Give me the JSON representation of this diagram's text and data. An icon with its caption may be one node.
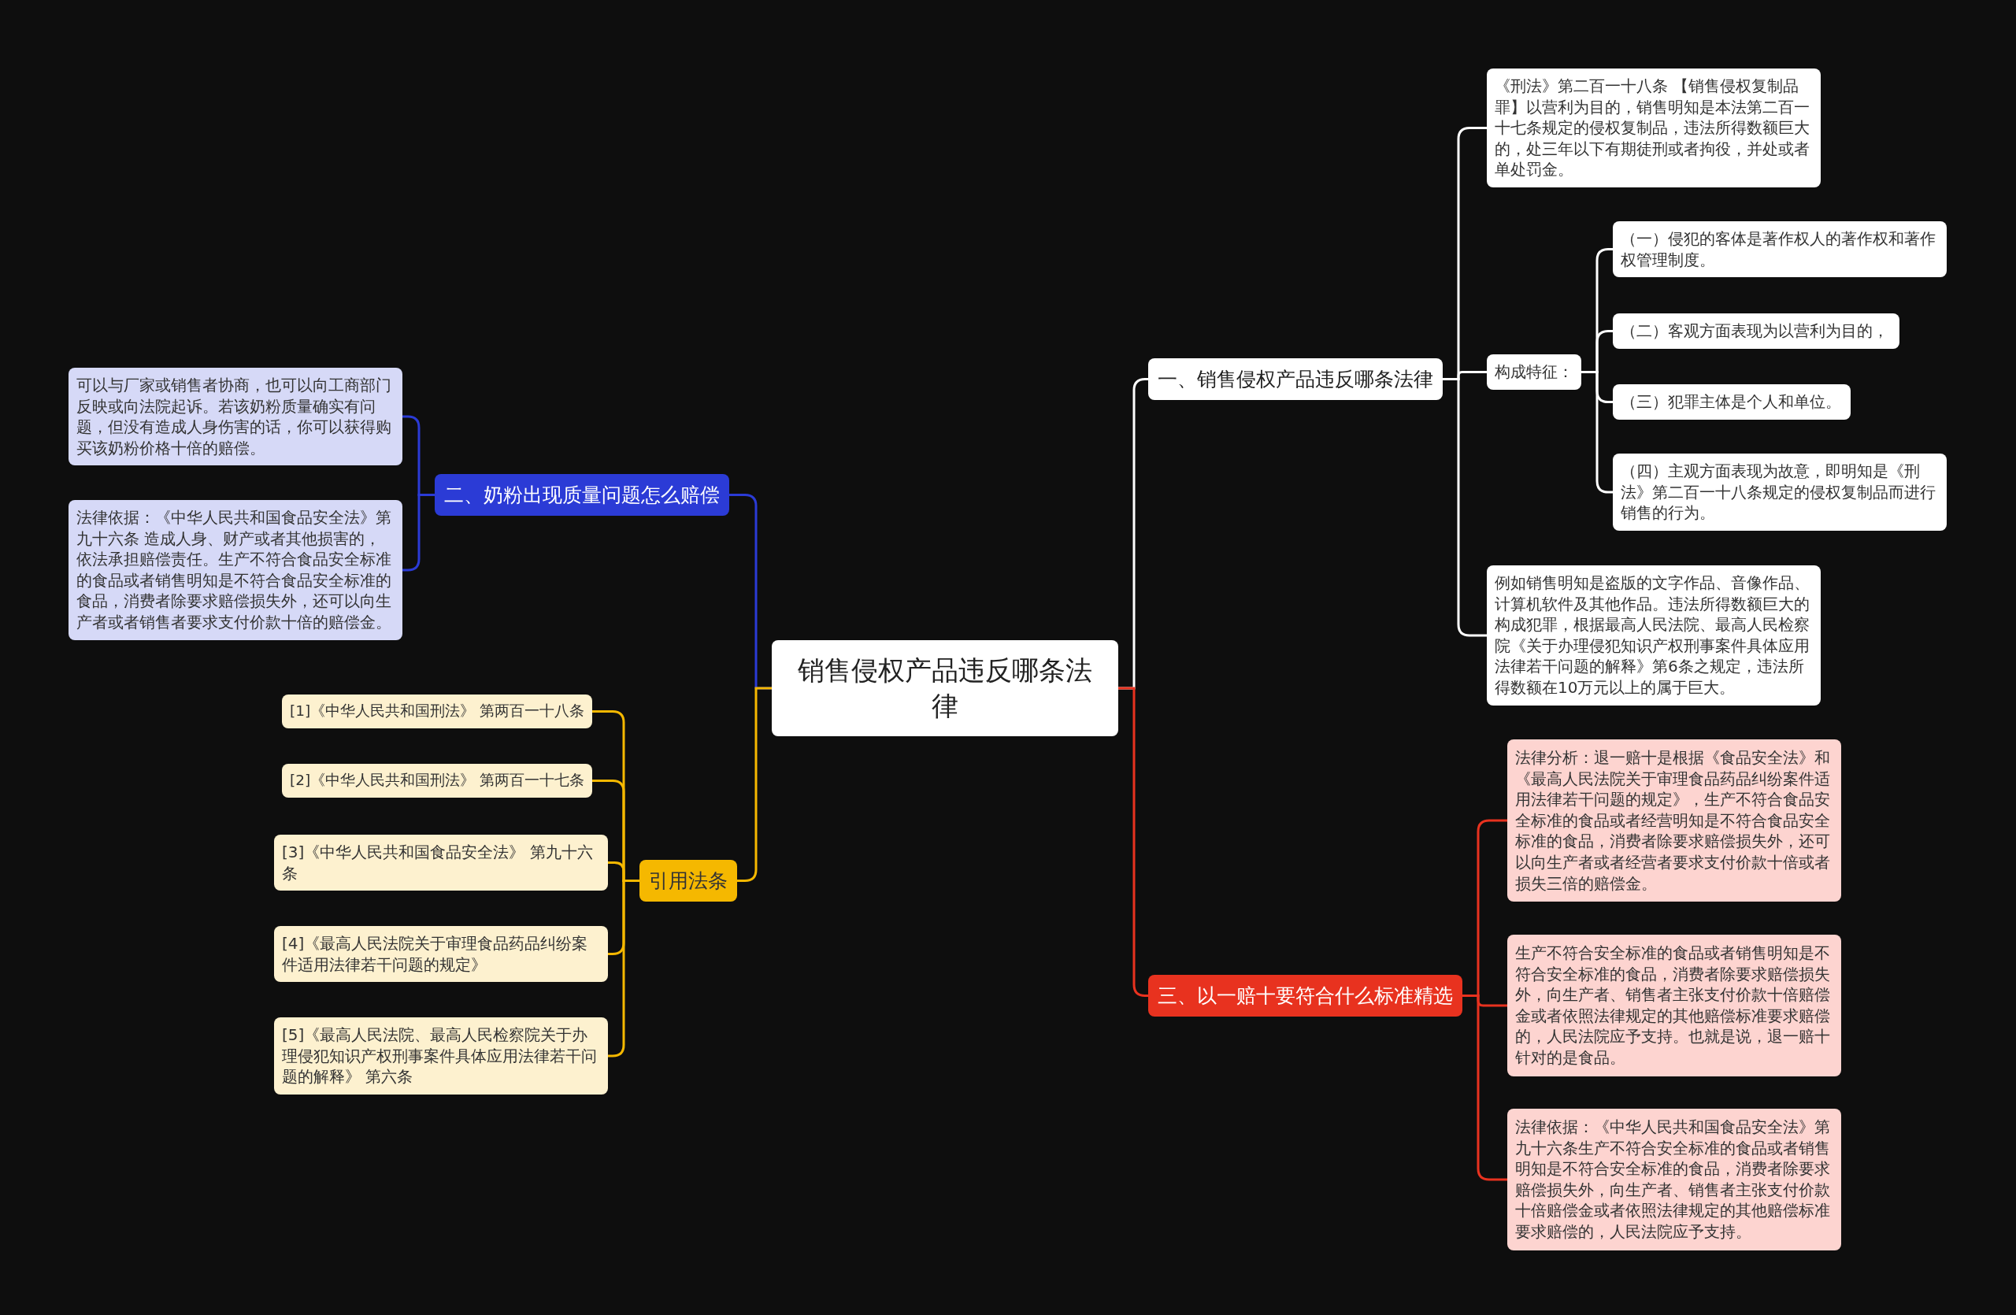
{
  "diagram": {
    "nodes": [
      {
        "text": [
          "销售侵权产品违反哪条法律"
        ]
      },
      {
        "text": [
          "一、销售侵权产品违反哪条法律"
        ]
      },
      {
        "text": [
          "《刑法》第二百一十八条 【销售侵权复制品罪】以营利为目的，销售明知是本法第二百一十七条规定的侵权复制品，违法所得数额巨大的，处三年以下有期徒刑或者拘役，并处或者单处罚金。"
        ]
      },
      {
        "text": [
          "构成特征："
        ]
      },
      {
        "text": [
          "（一）侵犯的客体是著作权人的著作权和著作权管理制度。"
        ]
      },
      {
        "text": [
          "（二）客观方面表现为以营利为目的，"
        ]
      },
      {
        "text": [
          "（三）犯罪主体是个人和单位。"
        ]
      },
      {
        "text": [
          "（四）主观方面表现为故意，即明知是《刑法》第二百一十八条规定的侵权复制品而进行销售的行为。"
        ]
      },
      {
        "text": [
          "例如销售明知是盗版的文字作品、音像作品、计算机软件及其他作品。违法所得数额巨大的构成犯罪，根据最高人民法院、最高人民检察院《关于办理侵犯知识产权刑事案件具体应用法律若干问题的解释》第6条之规定，违法所得数额在10万元以上的属于巨大。"
        ]
      },
      {
        "text": [
          "三、以一赔十要符合什么标准精选"
        ]
      },
      {
        "text": [
          "法律分析：退一赔十是根据《食品安全法》和《最高人民法院关于审理食品药品纠纷案件适用法律若干问题的规定》，生产不符合食品安全标准的食品或者经营明知是不符合食品安全标准的食品，消费者除要求赔偿损失外，还可以向生产者或者经营者要求支付价款十倍或者损失三倍的赔偿金。"
        ]
      },
      {
        "text": [
          "生产不符合安全标准的食品或者销售明知是不符合安全标准的食品，消费者除要求赔偿损失外，向生产者、销售者主张支付价款十倍赔偿金或者依照法律规定的其他赔偿标准要求赔偿的，人民法院应予支持。也就是说，退一赔十针对的是食品。"
        ]
      },
      {
        "text": [
          "法律依据：《中华人民共和国食品安全法》第九十六条生产不符合安全标准的食品或者销售明知是不符合安全标准的食品，消费者除要求赔偿损失外，向生产者、销售者主张支付价款十倍赔偿金或者依照法律规定的其他赔偿标准要求赔偿的，人民法院应予支持。"
        ]
      },
      {
        "text": [
          "二、奶粉出现质量问题怎么赔偿"
        ]
      },
      {
        "text": [
          "可以与厂家或销售者协商，也可以向工商部门反映或向法院起诉。若该奶粉质量确实有问题，但没有造成人身伤害的话，你可以获得购买该奶粉价格十倍的赔偿。"
        ]
      },
      {
        "text": [
          "法律依据：《中华人民共和国食品安全法》第九十六条 造成人身、财产或者其他损害的，依法承担赔偿责任。生产不符合食品安全标准的食品或者销售明知是不符合食品安全标准的食品，消费者除要求赔偿损失外，还可以向生产者或者销售者要求支付价款十倍的赔偿金。"
        ]
      },
      {
        "text": [
          "引用法条"
        ]
      },
      {
        "text": [
          "[1]《中华人民共和国刑法》 第两百一十八条"
        ]
      },
      {
        "text": [
          "[2]《中华人民共和国刑法》 第两百一十七条"
        ]
      },
      {
        "text": [
          "[3]《中华人民共和国食品安全法》 第九十六条"
        ]
      },
      {
        "text": [
          "[4]《最高人民法院关于审理食品药品纠纷案件适用法律若干问题的规定》"
        ]
      },
      {
        "text": [
          "[5]《最高人民法院、最高人民检察院关于办理侵犯知识产权刑事案件具体应用法律若干问题的解释》 第六条"
        ]
      }
    ],
    "edges": [
      {
        "from": 0,
        "to": 1,
        "arrow": "none"
      },
      {
        "from": 1,
        "to": 2,
        "arrow": "none"
      },
      {
        "from": 1,
        "to": 3,
        "arrow": "none"
      },
      {
        "from": 3,
        "to": 4,
        "arrow": "none"
      },
      {
        "from": 3,
        "to": 5,
        "arrow": "none"
      },
      {
        "from": 3,
        "to": 6,
        "arrow": "none"
      },
      {
        "from": 3,
        "to": 7,
        "arrow": "none"
      },
      {
        "from": 1,
        "to": 8,
        "arrow": "none"
      },
      {
        "from": 0,
        "to": 9,
        "arrow": "none",
        "color": "#e8321f"
      },
      {
        "from": 9,
        "to": 10,
        "arrow": "none",
        "color": "#e8321f"
      },
      {
        "from": 9,
        "to": 11,
        "arrow": "none",
        "color": "#e8321f"
      },
      {
        "from": 9,
        "to": 12,
        "arrow": "none",
        "color": "#e8321f"
      },
      {
        "from": 0,
        "to": 13,
        "arrow": "none",
        "color": "#2b3bd6"
      },
      {
        "from": 13,
        "to": 14,
        "arrow": "none",
        "color": "#2b3bd6"
      },
      {
        "from": 13,
        "to": 15,
        "arrow": "none",
        "color": "#2b3bd6"
      },
      {
        "from": 0,
        "to": 16,
        "arrow": "none",
        "color": "#f5b800"
      },
      {
        "from": 16,
        "to": 17,
        "arrow": "none",
        "color": "#f5b800"
      },
      {
        "from": 16,
        "to": 18,
        "arrow": "none",
        "color": "#f5b800"
      },
      {
        "from": 16,
        "to": 19,
        "arrow": "none",
        "color": "#f5b800"
      },
      {
        "from": 16,
        "to": 20,
        "arrow": "none",
        "color": "#f5b800"
      },
      {
        "from": 16,
        "to": 21,
        "arrow": "none",
        "color": "#f5b800"
      }
    ]
  }
}
